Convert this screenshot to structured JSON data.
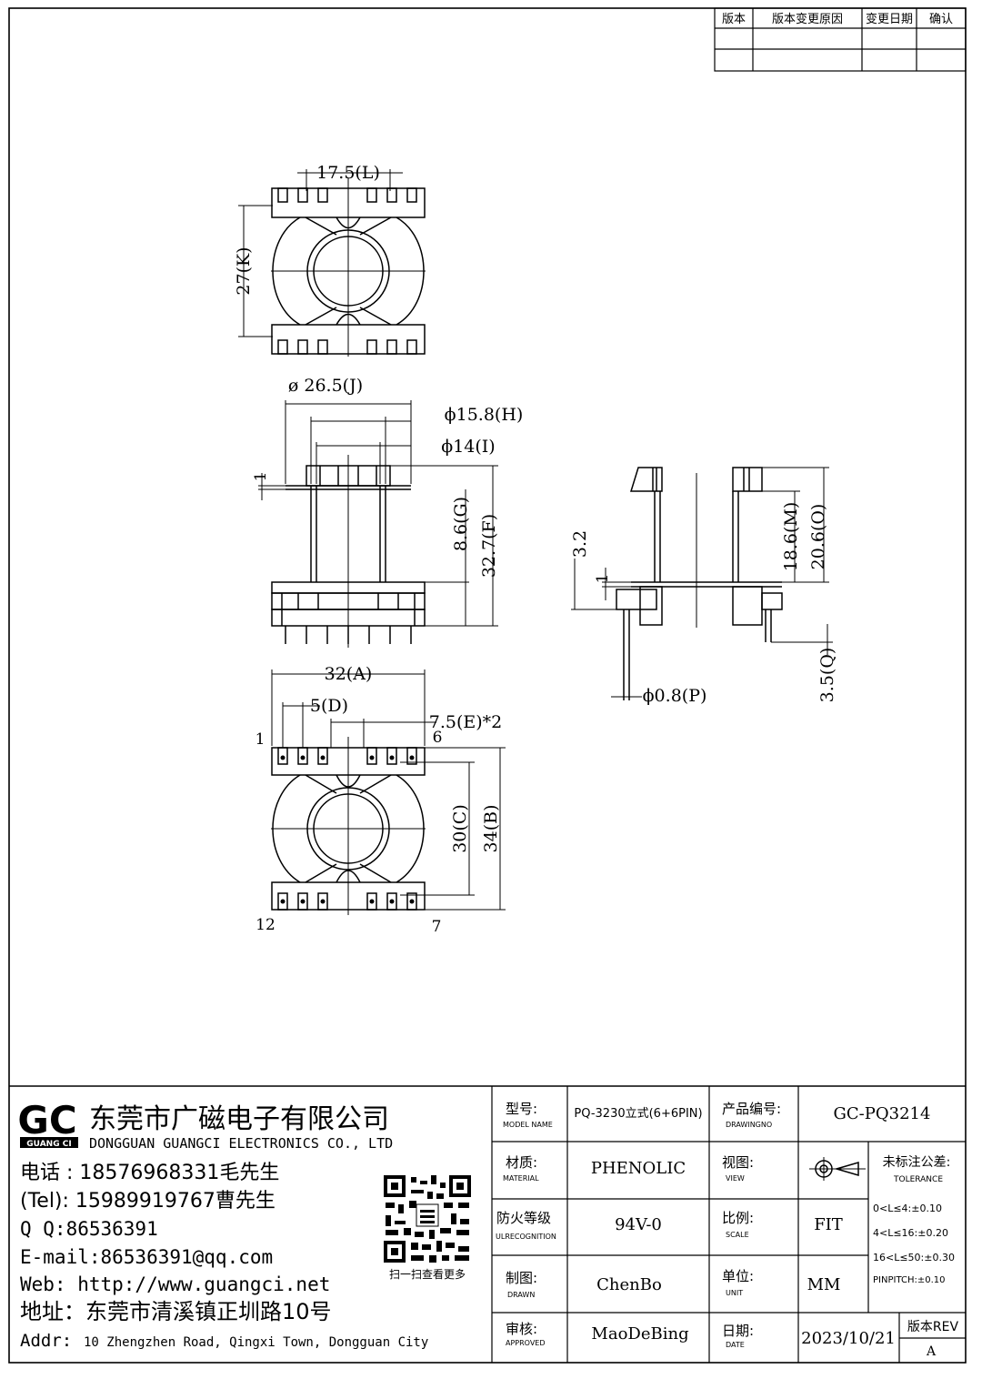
{
  "revision_table": {
    "headers": [
      "版本",
      "版本变更原因",
      "变更日期",
      "确认"
    ]
  },
  "dimensions": {
    "L": "17.5(L)",
    "K": "27(K)",
    "J": "ø 26.5(J)",
    "H": "ϕ15.8(H)",
    "I": "ϕ14(I)",
    "one_a": "1",
    "G": "8.6(G)",
    "F": "32.7(F)",
    "A": "32(A)",
    "D": "5(D)",
    "E": "7.5(E)*2",
    "C": "30(C)",
    "B": "34(B)",
    "side_32": "3.2",
    "one_b": "1",
    "M": "18.6(M)",
    "O": "20.6(O)",
    "P": "ϕ0.8(P)",
    "Q": "3.5(Q)"
  },
  "pins": {
    "p1": "1",
    "p6": "6",
    "p12": "12",
    "p7": "7"
  },
  "company": {
    "logo_letters": "GC",
    "logo_caption": "GUANG CI",
    "name_cn": "东莞市广磁电子有限公司",
    "name_en": "DONGGUAN GUANGCI ELECTRONICS CO., LTD",
    "phone": "电话 : 18576968331毛先生",
    "tel": "(Tel): 15989919767曹先生",
    "qq": "Q Q:86536391",
    "email": "E-mail:86536391@qq.com",
    "web": "Web: http://www.guangci.net",
    "addr_cn": "地址：东莞市清溪镇正圳路10号",
    "addr_label": "Addr:",
    "addr_en": "10 Zhengzhen Road, Qingxi Town, Dongguan City",
    "qr_caption": "扫一扫查看更多"
  },
  "title_block": {
    "model_label": "型号:",
    "model_sub": "MODEL NAME",
    "model_value": "PQ-3230立式(6+6PIN)",
    "drawing_label": "产品编号:",
    "drawing_sub": "DRAWINGNO",
    "drawing_value": "GC-PQ3214",
    "material_label": "材质:",
    "material_sub": "MATERIAL",
    "material_value": "PHENOLIC",
    "view_label": "视图:",
    "view_sub": "VIEW",
    "tolerance_label": "未标注公差:",
    "tolerance_sub": "TOLERANCE",
    "tol_1": "0<L≤4:±0.10",
    "tol_2": "4<L≤16:±0.20",
    "tol_3": "16<L≤50:±0.30",
    "tol_4": "PINPITCH:±0.10",
    "fire_label": "防火等级",
    "fire_sub": "ULRECOGNITION",
    "fire_value": "94V-0",
    "scale_label": "比例:",
    "scale_sub": "SCALE",
    "scale_value": "FIT",
    "drawn_label": "制图:",
    "drawn_sub": "DRAWN",
    "drawn_value": "ChenBo",
    "unit_label": "单位:",
    "unit_sub": "UNIT",
    "unit_value": "MM",
    "approved_label": "审核:",
    "approved_sub": "APPROVED",
    "approved_value": "MaoDeBing",
    "date_label": "日期:",
    "date_sub": "DATE",
    "date_value": "2023/10/21",
    "rev_label": "版本REV",
    "rev_value": "A"
  }
}
